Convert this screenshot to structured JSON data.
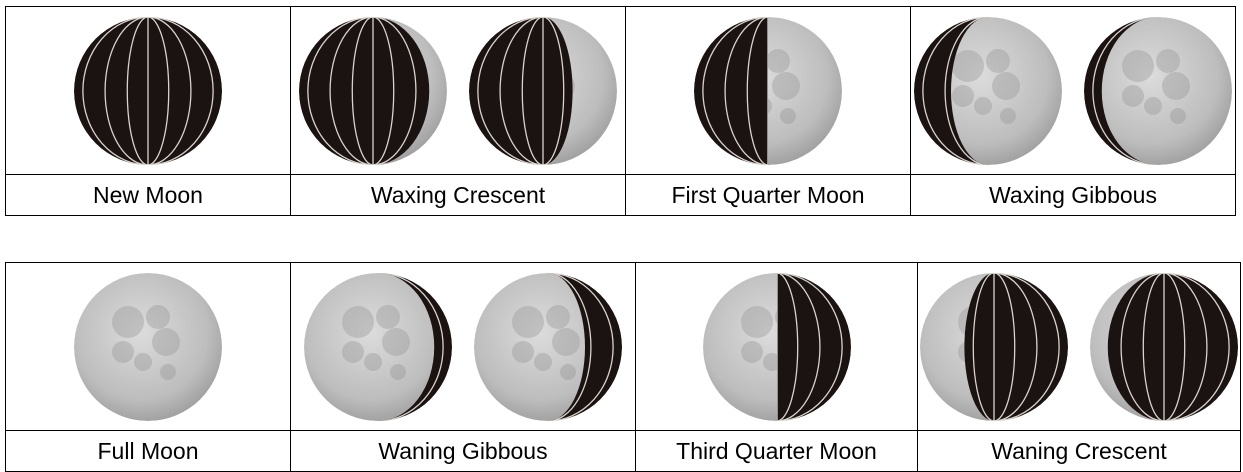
{
  "colors": {
    "dark": "#1a1311",
    "meridian": "#d9d3cc",
    "moon_light": "#cdcdcd",
    "border": "#000000"
  },
  "row1": [
    {
      "label": "New Moon",
      "moons": [
        {
          "kind": "full-dark"
        }
      ]
    },
    {
      "label": "Waxing Crescent",
      "moons": [
        {
          "kind": "wax",
          "illuminated": 0.12
        },
        {
          "kind": "wax",
          "illuminated": 0.3
        }
      ]
    },
    {
      "label": "First Quarter Moon",
      "moons": [
        {
          "kind": "wax",
          "illuminated": 0.5
        }
      ]
    },
    {
      "label": "Waxing Gibbous",
      "moons": [
        {
          "kind": "wax",
          "illuminated": 0.75
        },
        {
          "kind": "wax",
          "illuminated": 0.88
        }
      ]
    }
  ],
  "row2": [
    {
      "label": "Full Moon",
      "moons": [
        {
          "kind": "full-light"
        }
      ]
    },
    {
      "label": "Waning Gibbous",
      "moons": [
        {
          "kind": "wane",
          "illuminated": 0.88
        },
        {
          "kind": "wane",
          "illuminated": 0.75
        }
      ]
    },
    {
      "label": "Third Quarter Moon",
      "moons": [
        {
          "kind": "wane",
          "illuminated": 0.5
        }
      ]
    },
    {
      "label": "Waning Crescent",
      "moons": [
        {
          "kind": "wane",
          "illuminated": 0.3
        },
        {
          "kind": "wane",
          "illuminated": 0.12
        }
      ]
    }
  ]
}
